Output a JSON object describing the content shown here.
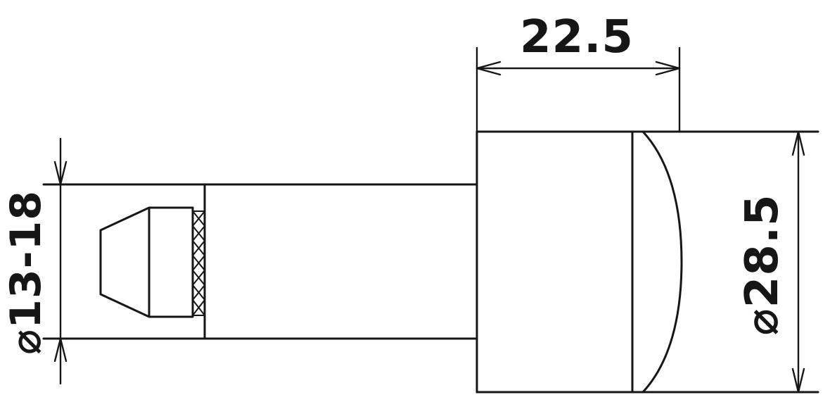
{
  "drawing": {
    "background": "#ffffff",
    "line_color": "#161616",
    "dimensions": {
      "head_length": "22.5",
      "clamp_diameter_range": "⌀13-18",
      "head_diameter": "⌀28.5"
    }
  }
}
